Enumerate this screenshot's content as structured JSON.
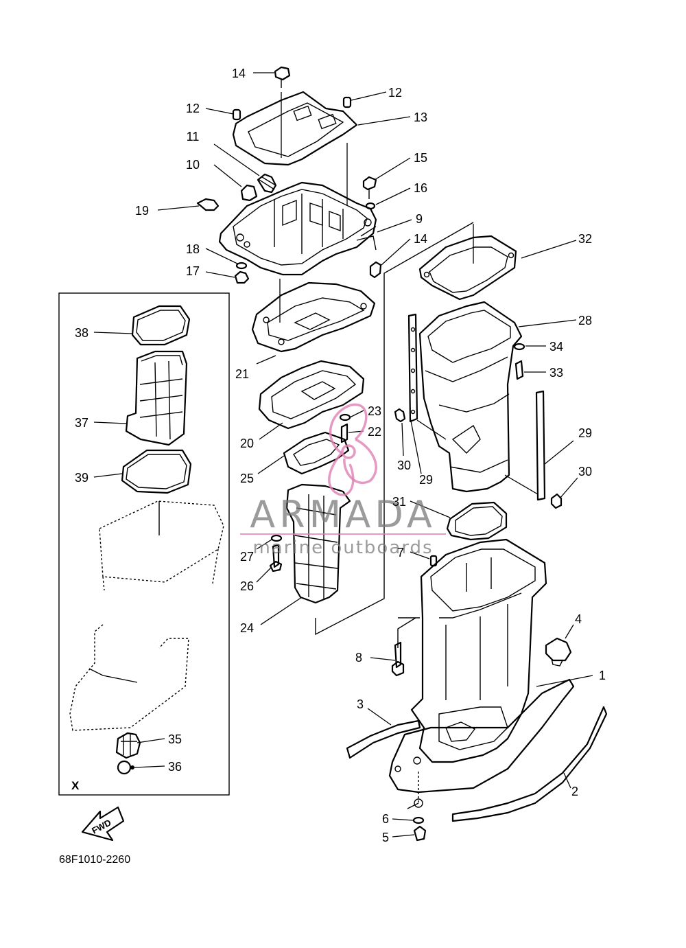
{
  "diagram_code": "68F1010-2260",
  "inset_label": "X",
  "fwd_label": "FWD",
  "watermark": {
    "brand": "ARMADA",
    "tagline": "marine outboards",
    "accent": "#e07fb4",
    "text_color": "#7a7a7a"
  },
  "callouts": {
    "c1": "1",
    "c2": "2",
    "c3": "3",
    "c4": "4",
    "c5": "5",
    "c6": "6",
    "c7": "7",
    "c8": "8",
    "c9": "9",
    "c10": "10",
    "c11": "11",
    "c12a": "12",
    "c12b": "12",
    "c13": "13",
    "c14a": "14",
    "c14b": "14",
    "c15": "15",
    "c16": "16",
    "c17": "17",
    "c18": "18",
    "c19": "19",
    "c20": "20",
    "c21": "21",
    "c22": "22",
    "c23": "23",
    "c24": "24",
    "c25": "25",
    "c26": "26",
    "c27": "27",
    "c28": "28",
    "c29a": "29",
    "c29b": "29",
    "c30a": "30",
    "c30b": "30",
    "c31": "31",
    "c32": "32",
    "c33": "33",
    "c34": "34",
    "c35": "35",
    "c36": "36",
    "c37": "37",
    "c38": "38",
    "c39": "39"
  }
}
